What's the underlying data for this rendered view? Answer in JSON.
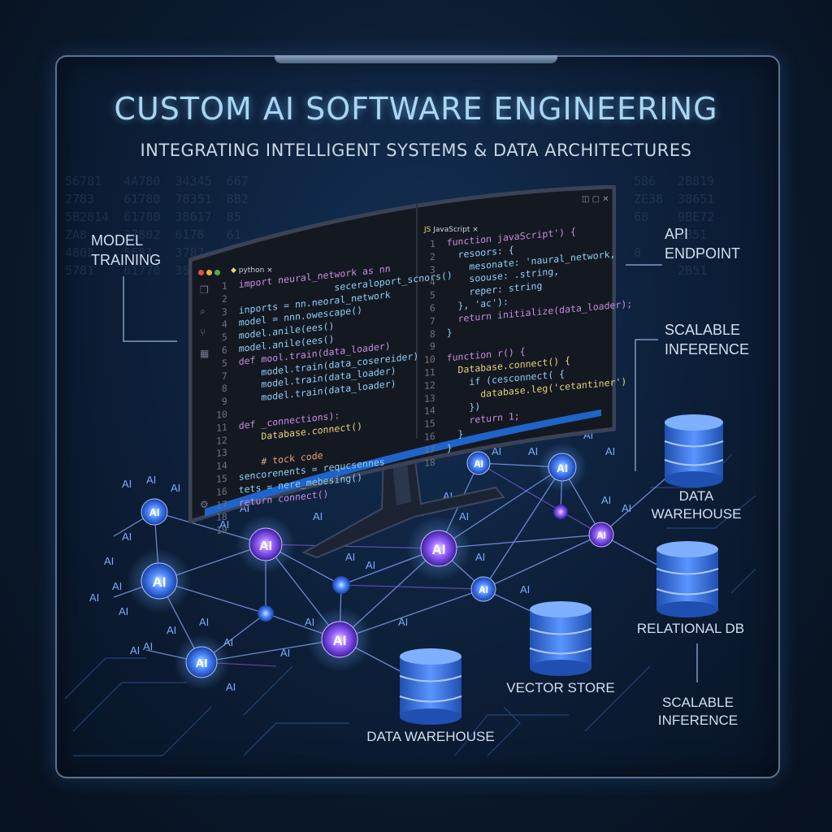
{
  "header": {
    "title": "CUSTOM AI SOFTWARE ENGINEERING",
    "subtitle": "INTEGRATING INTELLIGENT SYSTEMS & DATA ARCHITECTURES"
  },
  "labels": {
    "model_training": "MODEL TRAINING",
    "api_endpoint": "API ENDPOINT",
    "scalable_inference_top": "SCALABLE INFERENCE",
    "scalable_inference_bottom": "SCALABLE INFERENCE",
    "data_warehouse_right": "DATA WAREHOUSE",
    "relational_db": "RELATIONAL DB",
    "vector_store": "VECTOR STORE",
    "data_warehouse_bottom": "DATA WAREHOUSE"
  },
  "editor": {
    "left_tab": "python",
    "right_tab": "JavaScript",
    "left_lines": [
      {
        "n": "1",
        "t": "import neural_network as nn"
      },
      {
        "n": "2",
        "t": "                 seceraloport_scnors()"
      },
      {
        "n": "3",
        "t": "inports = nn.neoral_network"
      },
      {
        "n": "4",
        "t": "model = nnn.owescape()"
      },
      {
        "n": "5",
        "t": "model.anile(ees()"
      },
      {
        "n": "6",
        "t": "model.anile(ees()"
      },
      {
        "n": "5",
        "t": "def mool.train(data_loader)"
      },
      {
        "n": "7",
        "t": "    model.train(data_cosereider)"
      },
      {
        "n": "8",
        "t": "    model.train(data_loader)"
      },
      {
        "n": "9",
        "t": "    model.train(data_loader)"
      },
      {
        "n": "10",
        "t": ""
      },
      {
        "n": "11",
        "t": "def _connections):"
      },
      {
        "n": "12",
        "t": "    Database.connect()"
      },
      {
        "n": "13",
        "t": ""
      },
      {
        "n": "14",
        "t": "    # tock code"
      },
      {
        "n": "15",
        "t": "sencorenents = requcsennes"
      },
      {
        "n": "16",
        "t": "tets = nere_mebesing()"
      },
      {
        "n": "17",
        "t": "return connect()"
      },
      {
        "n": "18",
        "t": ""
      },
      {
        "n": "19",
        "t": ""
      }
    ],
    "right_lines": [
      {
        "n": "1",
        "t": "function javaScript') {"
      },
      {
        "n": "2",
        "t": "  resoors: {"
      },
      {
        "n": "3",
        "t": "    mesonate: 'naural_network,"
      },
      {
        "n": "4",
        "t": "    soouse: .string,"
      },
      {
        "n": "5",
        "t": "    reper: string"
      },
      {
        "n": "6",
        "t": "  }, 'ac'):"
      },
      {
        "n": "7",
        "t": "  return initialize(data_loader);"
      },
      {
        "n": "8",
        "t": "}"
      },
      {
        "n": "9",
        "t": ""
      },
      {
        "n": "10",
        "t": "function r() {"
      },
      {
        "n": "11",
        "t": "  Database.connect() {"
      },
      {
        "n": "12",
        "t": "    if (cesconnect( {"
      },
      {
        "n": "13",
        "t": "      database.leg('cetantiner')"
      },
      {
        "n": "14",
        "t": "    })"
      },
      {
        "n": "15",
        "t": "    return 1;"
      },
      {
        "n": "16",
        "t": "  }"
      },
      {
        "n": "17",
        "t": "}"
      },
      {
        "n": "18",
        "t": ""
      }
    ]
  },
  "nodes": {
    "ai_label": "AI"
  },
  "colors": {
    "title": "#a9d6f2",
    "node_glow": "#5aa0ff",
    "node_purple": "#b77cff",
    "db_blue": "#3f7fe6"
  }
}
